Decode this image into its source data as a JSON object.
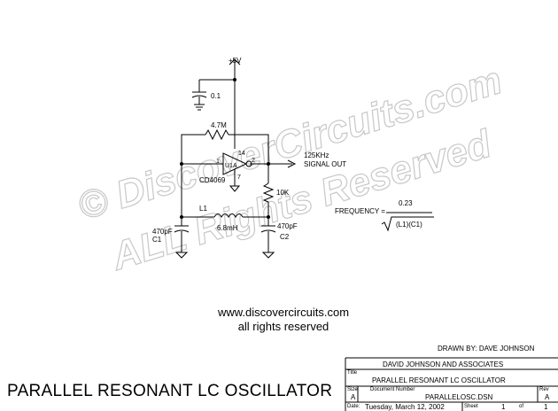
{
  "watermark": {
    "line1": "© DiscoverCircuits.com",
    "line2": "ALL Rights Reserved"
  },
  "schematic": {
    "supply": "+5V",
    "cap_bypass": "0.1",
    "feedback_resistor": "4.7M",
    "pin_in": "1",
    "pin_out": "2",
    "pin_vcc": "14",
    "pin_gnd": "7",
    "gate_name": "U1A",
    "gate_part": "CD4069",
    "freq_label": "125KHz",
    "output_label": "SIGNAL OUT",
    "r_load": "10K",
    "inductor_name": "L1",
    "inductor_value": "6.8mH",
    "c1_value": "470pF",
    "c1_name": "C1",
    "c2_value": "470pF",
    "c2_name": "C2"
  },
  "formula": {
    "lhs": "FREQUENCY  =",
    "numerator": "0.23",
    "denominator": "(L1)(C1)"
  },
  "website": {
    "url": "www.discovercircuits.com",
    "rights": "all rights reserved"
  },
  "drawn_by": "DRAWN BY:  DAVE JOHNSON",
  "title_block": {
    "company": "DAVID JOHNSON AND ASSOCIATES",
    "title_caption": "Title",
    "title": "PARALLEL RESONANT LC OSCILLATOR",
    "size_caption": "Size",
    "size": "A",
    "docnum_caption": "Document Number",
    "docnum": "PARALLELOSC.DSN",
    "rev_caption": "Rev",
    "rev": "A",
    "date_caption": "Date:",
    "date": "Tuesday, March 12, 2002",
    "sheet_caption": "Sheet",
    "sheet": "1",
    "of_caption": "of",
    "of": "1"
  },
  "page_title": "PARALLEL RESONANT LC OSCILLATOR"
}
